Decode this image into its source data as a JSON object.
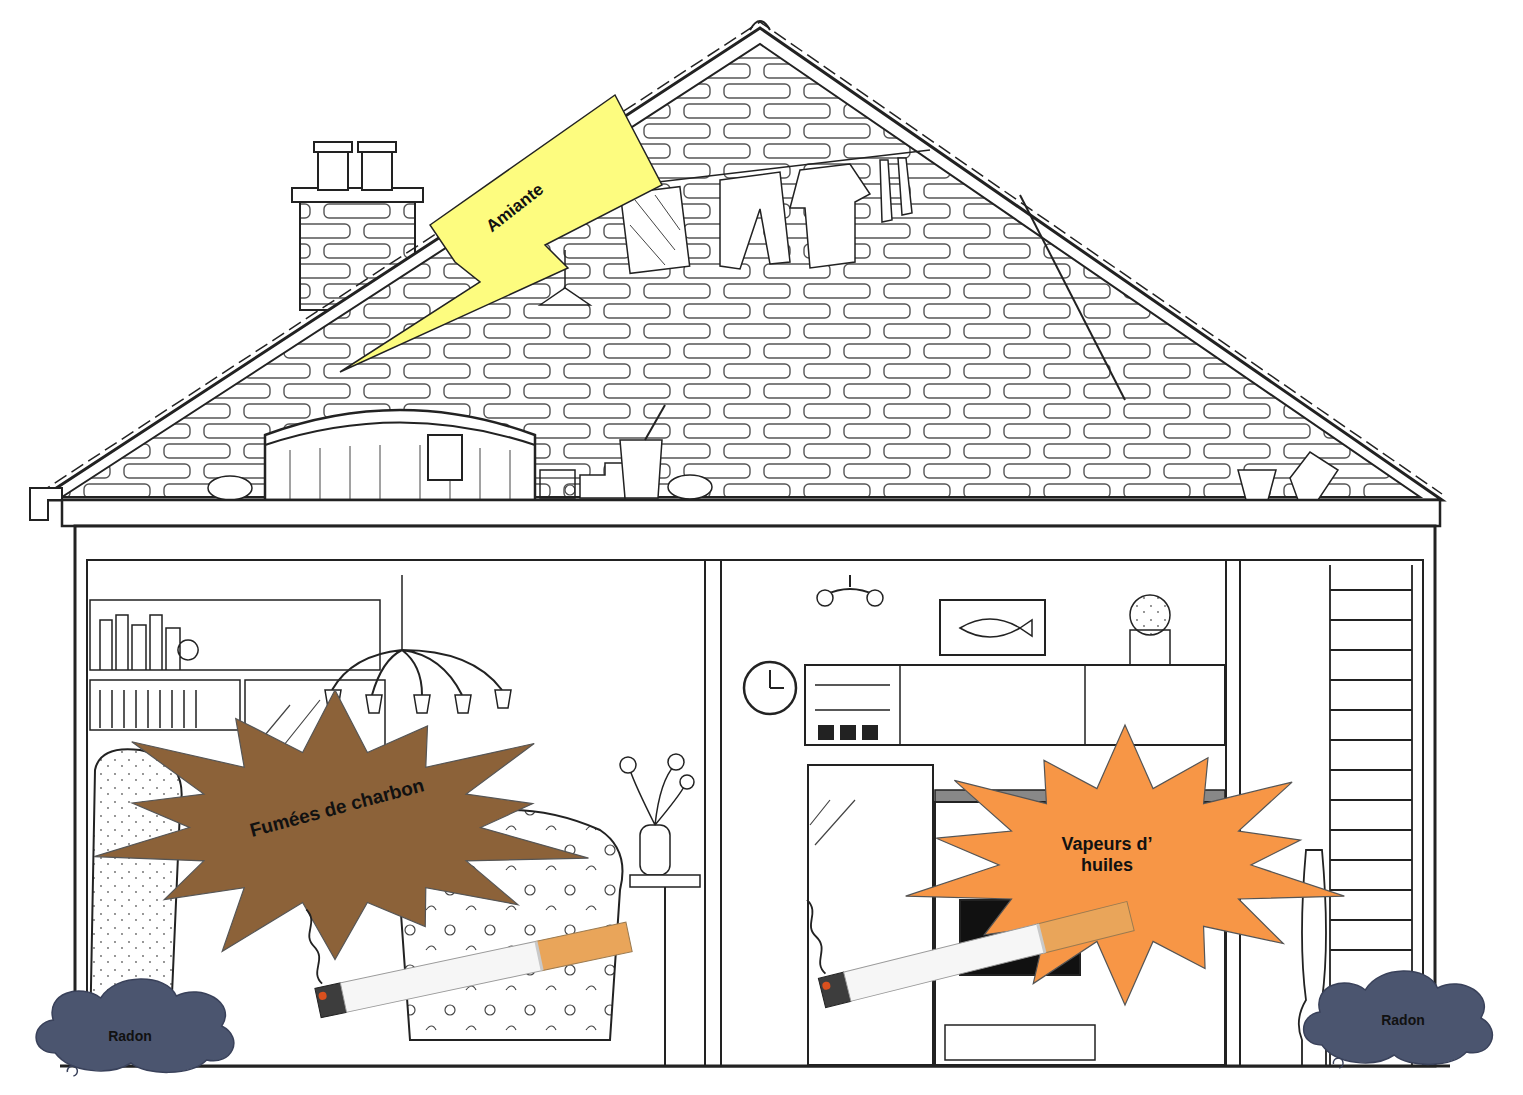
{
  "diagram": {
    "nodes": [
      {
        "text": [
          "Amiante"
        ]
      },
      {
        "text": [
          "Fumées de charbon"
        ]
      },
      {
        "text": [
          "Vapeurs d’ huiles"
        ]
      },
      {
        "text": [
          "Radon"
        ]
      },
      {
        "text": [
          "Radon"
        ]
      }
    ]
  }
}
